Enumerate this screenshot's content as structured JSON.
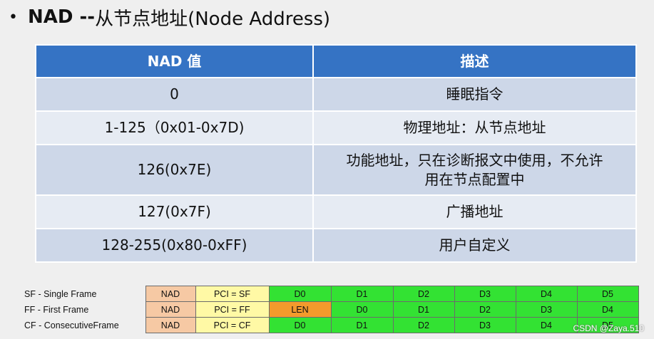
{
  "heading": {
    "bullet": "•",
    "bold": "NAD --",
    "rest": "从节点地址(Node Address)"
  },
  "nad_table": {
    "headers": [
      "NAD 值",
      "描述"
    ],
    "rows": [
      {
        "value": "0",
        "desc": "睡眠指令"
      },
      {
        "value": "1-125（0x01-0x7D)",
        "desc": "物理地址：从节点地址"
      },
      {
        "value": "126(0x7E)",
        "desc_line1": "功能地址，只在诊断报文中使用，不允许",
        "desc_line2": "用在节点配置中"
      },
      {
        "value": "127(0x7F)",
        "desc": "广播地址"
      },
      {
        "value": "128-255(0x80-0xFF)",
        "desc": "用户自定义"
      }
    ]
  },
  "frames": {
    "rows": [
      {
        "label": "SF - Single Frame",
        "cells": [
          "NAD",
          "PCI = SF",
          "D0",
          "D1",
          "D2",
          "D3",
          "D4",
          "D5"
        ]
      },
      {
        "label": "FF - First Frame",
        "cells": [
          "NAD",
          "PCI = FF",
          "LEN",
          "D0",
          "D1",
          "D2",
          "D3",
          "D4"
        ]
      },
      {
        "label": "CF - ConsecutiveFrame",
        "cells": [
          "NAD",
          "PCI = CF",
          "D0",
          "D1",
          "D2",
          "D3",
          "D4",
          "D5"
        ]
      }
    ],
    "colors": {
      "nad": "#f6c9a4",
      "pci": "#fff9a5",
      "data": "#33e233",
      "len": "#f39a2c"
    }
  },
  "watermark": "CSDN @Zaya.510"
}
